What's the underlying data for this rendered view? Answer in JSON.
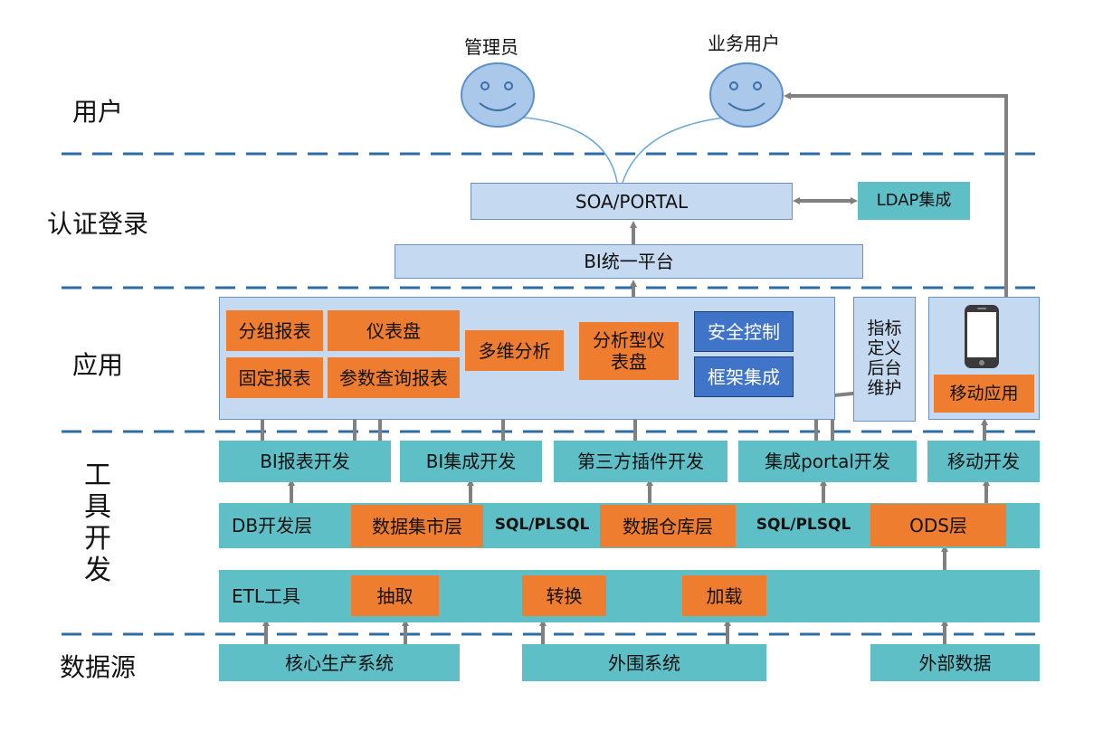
{
  "lanes": {
    "users": "用户",
    "auth": "认证登录",
    "app": "应用",
    "tools": "工具开发",
    "source": "数据源"
  },
  "actors": {
    "admin": "管理员",
    "business_user": "业务用户"
  },
  "auth": {
    "soa_portal": "SOA/PORTAL",
    "ldap": "LDAP集成",
    "bi_platform": "BI统一平台"
  },
  "app": {
    "group_report": "分组报表",
    "dashboard": "仪表盘",
    "fixed_report": "固定报表",
    "param_report": "参数查询报表",
    "multi_analysis": "多维分析",
    "analytic_dashboard": "分析型仪表盘",
    "security_control": "安全控制",
    "framework_integration": "框架集成",
    "indicator_admin": "指标定义后台维护",
    "mobile_app": "移动应用"
  },
  "tools": {
    "bi_report_dev": "BI报表开发",
    "bi_integration_dev": "BI集成开发",
    "third_party_plugin_dev": "第三方插件开发",
    "portal_integration_dev": "集成portal开发",
    "mobile_dev": "移动开发"
  },
  "db_layer": {
    "label": "DB开发层",
    "data_mart": "数据集市层",
    "sql1": "SQL/PLSQL",
    "data_warehouse": "数据仓库层",
    "sql2": "SQL/PLSQL",
    "ods": "ODS层"
  },
  "etl": {
    "label": "ETL工具",
    "extract": "抽取",
    "transform": "转换",
    "load": "加载"
  },
  "sources": {
    "core": "核心生产系统",
    "peripheral": "外围系统",
    "external": "外部数据"
  },
  "colors": {
    "teal": "#5fbfc7",
    "orange": "#ef7d30",
    "dark_blue": "#3f74c9",
    "light_blue": "#c5daf0",
    "divider": "#2e6ca6",
    "arrow": "#808080",
    "face": "#a9c8ea"
  }
}
